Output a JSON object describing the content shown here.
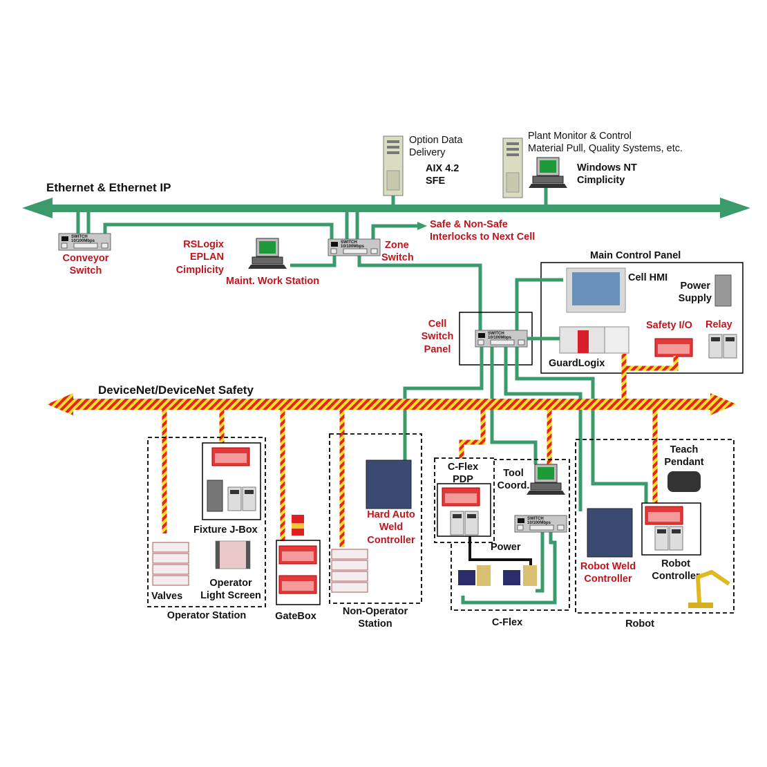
{
  "colors": {
    "ethernet": "#3a9a6c",
    "devicenet_stripe_a": "#e8231c",
    "devicenet_stripe_b": "#f5e22a",
    "label_red": "#c0141c"
  },
  "ethernet": {
    "title": "Ethernet & Ethernet IP"
  },
  "devicenet": {
    "title": "DeviceNet/DeviceNet Safety"
  },
  "top": {
    "option_data": [
      "Option Data",
      "Delivery"
    ],
    "aix": [
      "AIX 4.2",
      "SFE"
    ],
    "plant_monitor": [
      "Plant Monitor & Control",
      "Material Pull, Quality Systems, etc."
    ],
    "windows": [
      "Windows NT",
      "Cimplicity"
    ]
  },
  "labels": {
    "conveyor": [
      "Conveyor",
      "Switch"
    ],
    "rslogix": [
      "RSLogix",
      "EPLAN",
      "Cimplicity"
    ],
    "maint": "Maint. Work Station",
    "zone": [
      "Zone",
      "Switch"
    ],
    "interlocks": [
      "Safe  & Non-Safe",
      "Interlocks to Next Cell"
    ],
    "main_panel": "Main Control Panel",
    "cell_hmi": "Cell HMI",
    "power_supply": [
      "Power",
      "Supply"
    ],
    "safety_io": "Safety I/O",
    "relay": "Relay",
    "guardlogix": "GuardLogix",
    "cell_switch": [
      "Cell",
      "Switch",
      "Panel"
    ],
    "fixture": "Fixture J-Box",
    "valves": "Valves",
    "light_screen": [
      "Operator",
      "Light Screen"
    ],
    "operator_station": "Operator Station",
    "gatebox": "GateBox",
    "hard_auto": [
      "Hard Auto",
      "Weld",
      "Controller"
    ],
    "non_operator": [
      "Non-Operator",
      "Station"
    ],
    "cflex_pdp": [
      "C-Flex",
      "PDP"
    ],
    "tool_coord": [
      "Tool",
      "Coord."
    ],
    "power": "Power",
    "cflex": "C-Flex",
    "teach": [
      "Teach",
      "Pendant"
    ],
    "robot_weld": [
      "Robot Weld",
      "Controller"
    ],
    "robot_controller": [
      "Robot",
      "Controller"
    ],
    "robot": "Robot"
  },
  "switch_text": [
    "SWITCH",
    "10/100Mbps"
  ],
  "icons": [
    "server-tower-icon",
    "desktop-computer-icon",
    "network-switch-icon",
    "hmi-panel-icon",
    "plc-rack-icon",
    "io-module-icon",
    "relay-icon",
    "power-supply-icon",
    "valve-manifold-icon",
    "light-screen-icon",
    "stack-light-icon",
    "weld-cabinet-icon",
    "teach-pendant-icon",
    "robot-arm-icon",
    "servo-motor-icon"
  ]
}
